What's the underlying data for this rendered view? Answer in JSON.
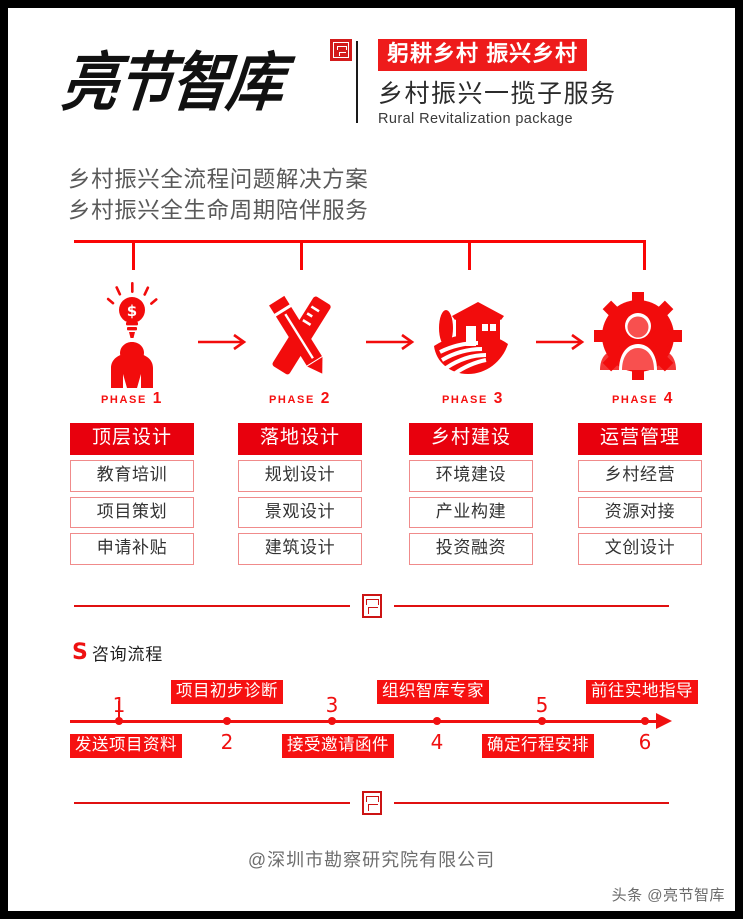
{
  "brand": {
    "calligraphy": "亮节智库",
    "seal_icon": "seal-stamp-icon",
    "tagline": "躬耕乡村  振兴乡村",
    "service_cn": "乡村振兴一揽子服务",
    "service_en": "Rural Revitalization package"
  },
  "subtitles": [
    "乡村振兴全流程问题解决方案",
    "乡村振兴全生命周期陪伴服务"
  ],
  "phases": [
    {
      "label": "PHASE 1",
      "icon": "lightbulb-idea-person-icon",
      "header": "顶层设计",
      "items": [
        "教育培训",
        "项目策划",
        "申请补贴"
      ]
    },
    {
      "label": "PHASE 2",
      "icon": "ruler-pencil-design-icon",
      "header": "落地设计",
      "items": [
        "规划设计",
        "景观设计",
        "建筑设计"
      ]
    },
    {
      "label": "PHASE 3",
      "icon": "farm-house-field-icon",
      "header": "乡村建设",
      "items": [
        "环境建设",
        "产业构建",
        "投资融资"
      ]
    },
    {
      "label": "PHASE 4",
      "icon": "gear-people-team-icon",
      "header": "运营管理",
      "items": [
        "乡村经营",
        "资源对接",
        "文创设计"
      ]
    }
  ],
  "arrows": [
    "arrow-right-icon",
    "arrow-right-icon",
    "arrow-right-icon"
  ],
  "process_section": {
    "mark": "S",
    "title": "咨询流程",
    "steps": [
      {
        "number": "1",
        "label": "发送项目资料",
        "num_position": "above",
        "label_position": "below"
      },
      {
        "number": "2",
        "label": "项目初步诊断",
        "num_position": "below",
        "label_position": "above"
      },
      {
        "number": "3",
        "label": "接受邀请函件",
        "num_position": "above",
        "label_position": "below"
      },
      {
        "number": "4",
        "label": "组织智库专家",
        "num_position": "below",
        "label_position": "above"
      },
      {
        "number": "5",
        "label": "确定行程安排",
        "num_position": "above",
        "label_position": "below"
      },
      {
        "number": "6",
        "label": "前往实地指导",
        "num_position": "below",
        "label_position": "above"
      }
    ]
  },
  "footer": {
    "credit": "@深圳市勘察研究院有限公司",
    "watermark": "头条 @亮节智库"
  },
  "colors": {
    "primary_red": "#f01010",
    "header_red": "#e8000d",
    "banner_red": "#ee1b1b",
    "item_border": "#f08b8b",
    "text_dark": "#333333",
    "text_gray": "#5a5a5a",
    "frame_black": "#000000"
  }
}
